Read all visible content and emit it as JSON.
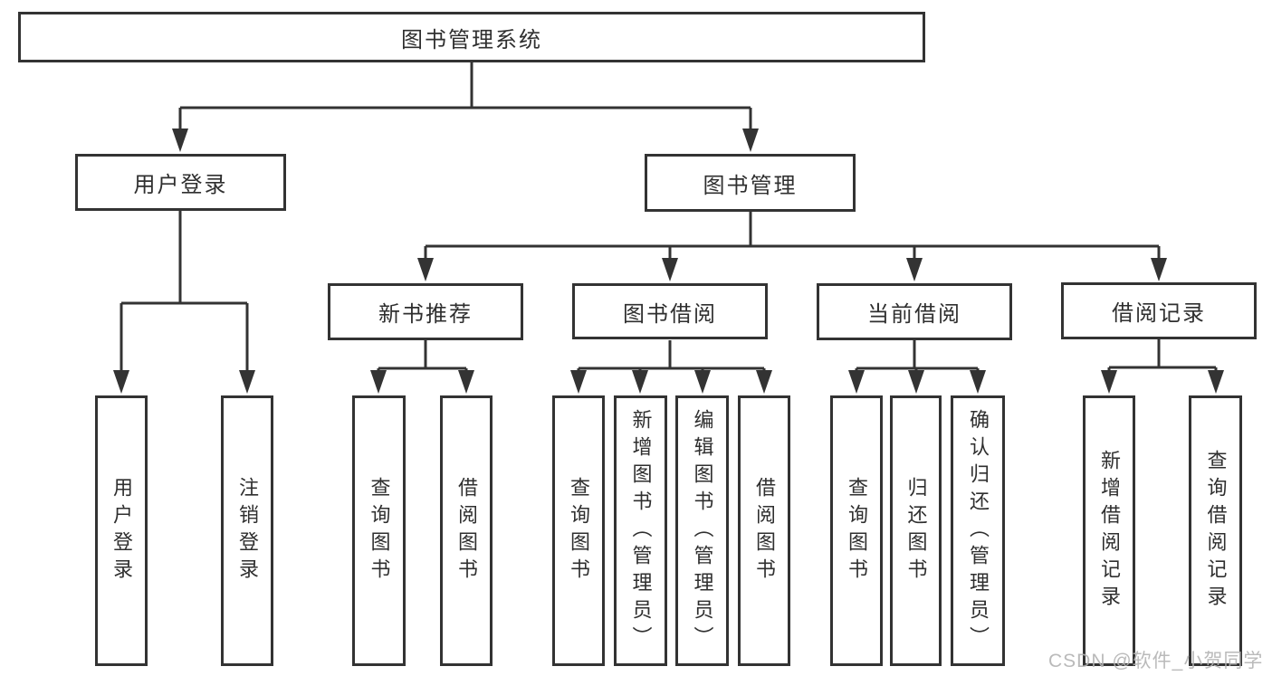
{
  "diagram_title": "图书管理系统",
  "nodes": {
    "root": "图书管理系统",
    "user_login_group": "用户登录",
    "book_mgmt": "图书管理",
    "new_book_rec": "新书推荐",
    "book_borrow": "图书借阅",
    "current_borrow": "当前借阅",
    "borrow_record": "借阅记录",
    "leaf_user_login": "用户登录",
    "leaf_logout": "注销登录",
    "leaf_query_book_1": "查询图书",
    "leaf_borrow_book_1": "借阅图书",
    "leaf_query_book_2": "查询图书",
    "leaf_add_book": "新增图书（管理员）",
    "leaf_edit_book": "编辑图书（管理员）",
    "leaf_borrow_book_2": "借阅图书",
    "leaf_query_book_3": "查询图书",
    "leaf_return_book": "归还图书",
    "leaf_confirm_return": "确认归还（管理员）",
    "leaf_add_record": "新增借阅记录",
    "leaf_query_record": "查询借阅记录"
  },
  "watermark": "CSDN @软件_小贺同学",
  "colors": {
    "line": "#333333",
    "box_background": "#ffffff",
    "watermark": "#b3b3b3"
  }
}
